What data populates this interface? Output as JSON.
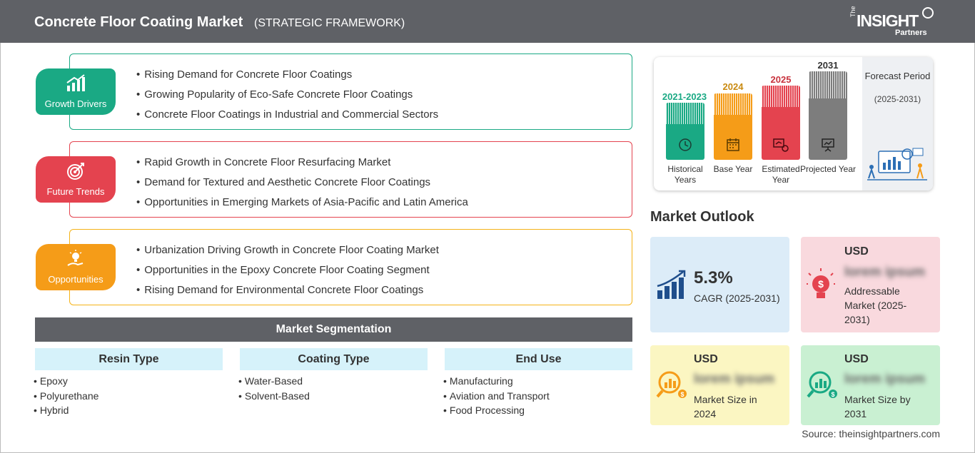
{
  "header": {
    "title": "Concrete Floor Coating Market",
    "subtitle": "(STRATEGIC FRAMEWORK)",
    "logo_the": "The",
    "logo_insight": "INSIGHT",
    "logo_partners": "Partners"
  },
  "factors": {
    "drivers": {
      "label": "Growth Drivers",
      "color": "#1aa984",
      "items": [
        "Rising Demand for Concrete Floor Coatings",
        "Growing Popularity of Eco-Safe Concrete Floor Coatings",
        "Concrete Floor Coatings in Industrial and Commercial Sectors"
      ]
    },
    "trends": {
      "label": "Future Trends",
      "color": "#e4434f",
      "items": [
        "Rapid Growth in Concrete Floor Resurfacing Market",
        "Demand for Textured and Aesthetic Concrete Floor Coatings",
        "Opportunities in Emerging Markets of Asia-Pacific and Latin America"
      ]
    },
    "opportunities": {
      "label": "Opportunities",
      "color": "#f59c18",
      "items": [
        "Urbanization Driving Growth in Concrete Floor Coating Market",
        "Opportunities in the Epoxy Concrete Floor Coating Segment",
        "Rising Demand for Environmental Concrete Floor Coatings"
      ]
    }
  },
  "segmentation": {
    "title": "Market Segmentation",
    "columns": [
      {
        "heading": "Resin Type",
        "items": [
          "Epoxy",
          "Polyurethane",
          "Hybrid"
        ]
      },
      {
        "heading": "Coating Type",
        "items": [
          "Water-Based",
          "Solvent-Based"
        ]
      },
      {
        "heading": "End Use",
        "items": [
          "Manufacturing",
          "Aviation and Transport",
          "Food Processing"
        ]
      }
    ]
  },
  "timeline": {
    "historical": {
      "year": "2021-2023",
      "caption": "Historical Years",
      "color": "#1aa984"
    },
    "base": {
      "year": "2024",
      "caption": "Base Year",
      "color": "#f59c18"
    },
    "estimated": {
      "year": "2025",
      "caption": "Estimated Year",
      "color": "#e4434f"
    },
    "projected": {
      "year": "2031",
      "caption": "Projected Year",
      "color": "#7d7d7d"
    },
    "forecast_title": "Forecast Period",
    "forecast_range": "(2025-2031)",
    "year_colors": {
      "historical": "#1aa984",
      "base": "#c98a10",
      "estimated": "#c8323d",
      "projected": "#333333"
    }
  },
  "outlook": {
    "title": "Market Outlook",
    "cagr": {
      "value": "5.3%",
      "label": "CAGR (2025-2031)",
      "bg": "#dcecf8"
    },
    "addressable": {
      "currency": "USD",
      "value": "lorem ipsum",
      "label": "Addressable Market (2025-2031)",
      "bg": "#f9d9de"
    },
    "size_2024": {
      "currency": "USD",
      "value": "lorem ipsum",
      "label": "Market Size in 2024",
      "bg": "#fbf6c2"
    },
    "size_2031": {
      "currency": "USD",
      "value": "lorem ipsum",
      "label": "Market Size by 2031",
      "bg": "#c9f0d2"
    }
  },
  "source": "Source: theinsightpartners.com"
}
